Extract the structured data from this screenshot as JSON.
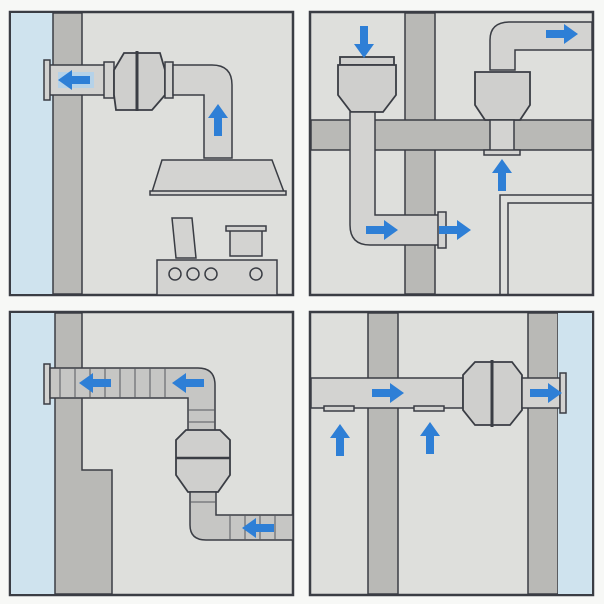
{
  "diagram": {
    "panels": [
      {
        "id": "kitchen-hood-exhaust",
        "elements": [
          "wall",
          "outlet-grille",
          "duct",
          "inline-fan",
          "elbow",
          "range-hood",
          "stove",
          "coffee-pot",
          "cooking-pot"
        ]
      },
      {
        "id": "multi-room-ducting",
        "elements": [
          "walls",
          "inline-fan",
          "inline-fan",
          "duct",
          "elbow",
          "window"
        ]
      },
      {
        "id": "flexible-duct-install",
        "elements": [
          "wall",
          "outlet-grille",
          "flexible-duct",
          "inline-fan"
        ]
      },
      {
        "id": "horizontal-inline-duct",
        "elements": [
          "walls",
          "duct",
          "inline-fan",
          "outlet-grille",
          "intake-vents"
        ]
      }
    ],
    "colors": {
      "airflow_arrow": "#2e7fd6",
      "outside": "#cfe3ee",
      "wall": "#b9b9b6",
      "room": "#dedfdc",
      "outline": "#3a3d44"
    },
    "icons": [
      "airflow-arrow-icon",
      "fan-icon"
    ]
  }
}
